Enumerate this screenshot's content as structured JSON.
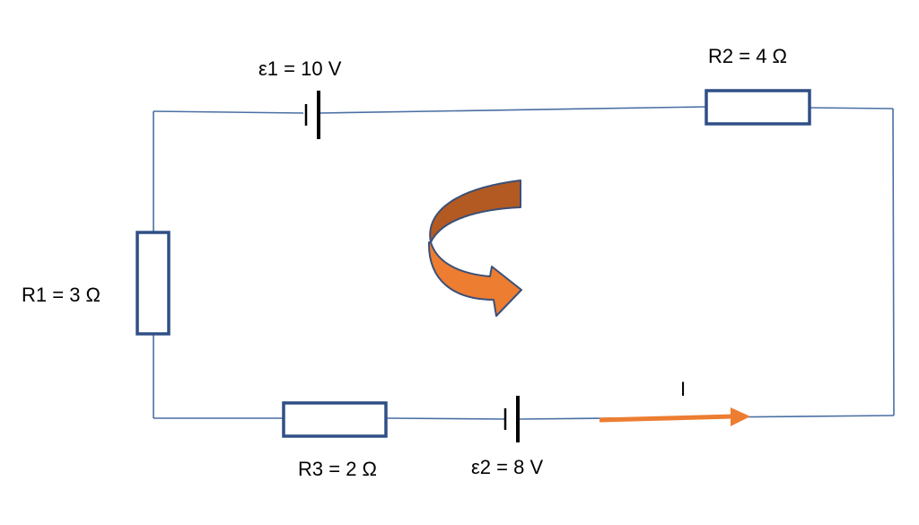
{
  "labels": {
    "emf1": "ε1 = 10 V",
    "emf2": "ε2 = 8 V",
    "r1": "R1 = 3 Ω",
    "r2": "R2 = 4 Ω",
    "r3": "R3 = 2 Ω",
    "current": "I"
  },
  "colors": {
    "wire": "#4a6fa5",
    "resistor": "#2f4f86",
    "battery": "#000000",
    "loop_arrow_dark": "#b35a22",
    "loop_arrow_light": "#ed7d31",
    "current_arrow": "#ed7d31"
  },
  "icons": {
    "loop_direction": "curved-arrow-clockwise-icon",
    "current_direction": "arrow-right-icon"
  }
}
